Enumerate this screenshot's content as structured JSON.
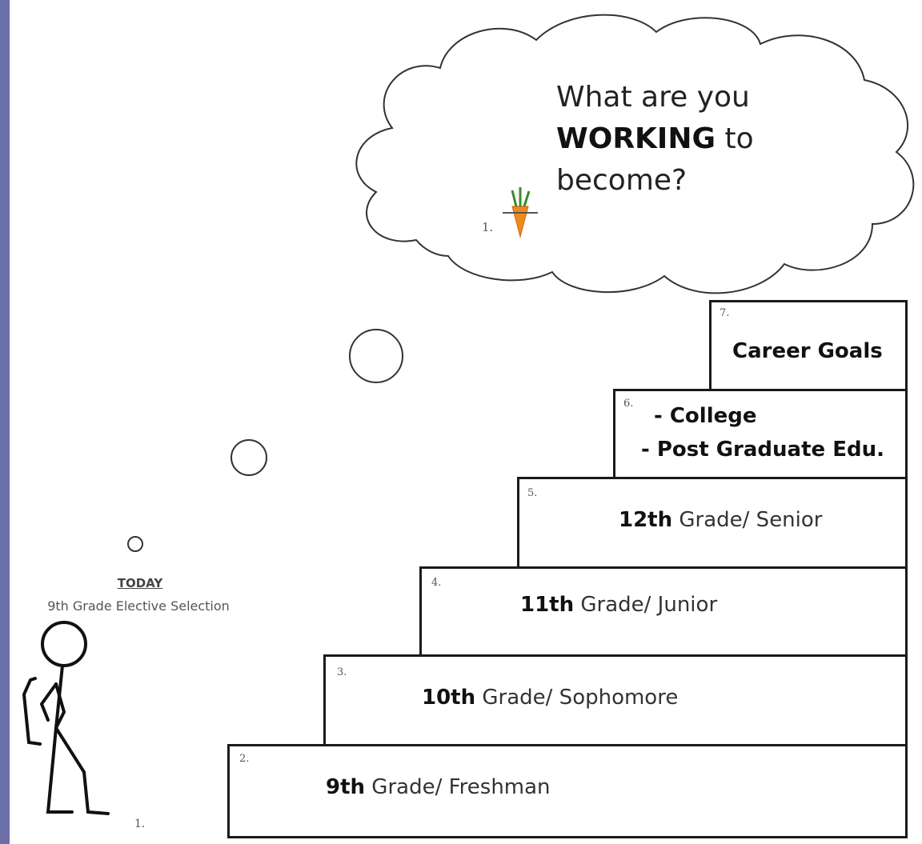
{
  "cloud": {
    "line1": "What are you",
    "bold": "WORKING",
    "line2_rest": " to",
    "line3": "become?",
    "marker": "1."
  },
  "today": {
    "heading": "TODAY",
    "text": "9th Grade Elective Selection"
  },
  "figure_marker": "1.",
  "steps": [
    {
      "num": "2.",
      "bold": "9th",
      "rest": " Grade/ Freshman"
    },
    {
      "num": "3.",
      "bold": "10th",
      "rest": " Grade/ Sophomore"
    },
    {
      "num": "4.",
      "bold": "11th",
      "rest": " Grade/ Junior"
    },
    {
      "num": "5.",
      "bold": "12th",
      "rest": " Grade/ Senior"
    },
    {
      "num": "6.",
      "line1": "- College",
      "line2": "- Post Graduate Edu."
    },
    {
      "num": "7.",
      "label": "Career Goals"
    }
  ]
}
